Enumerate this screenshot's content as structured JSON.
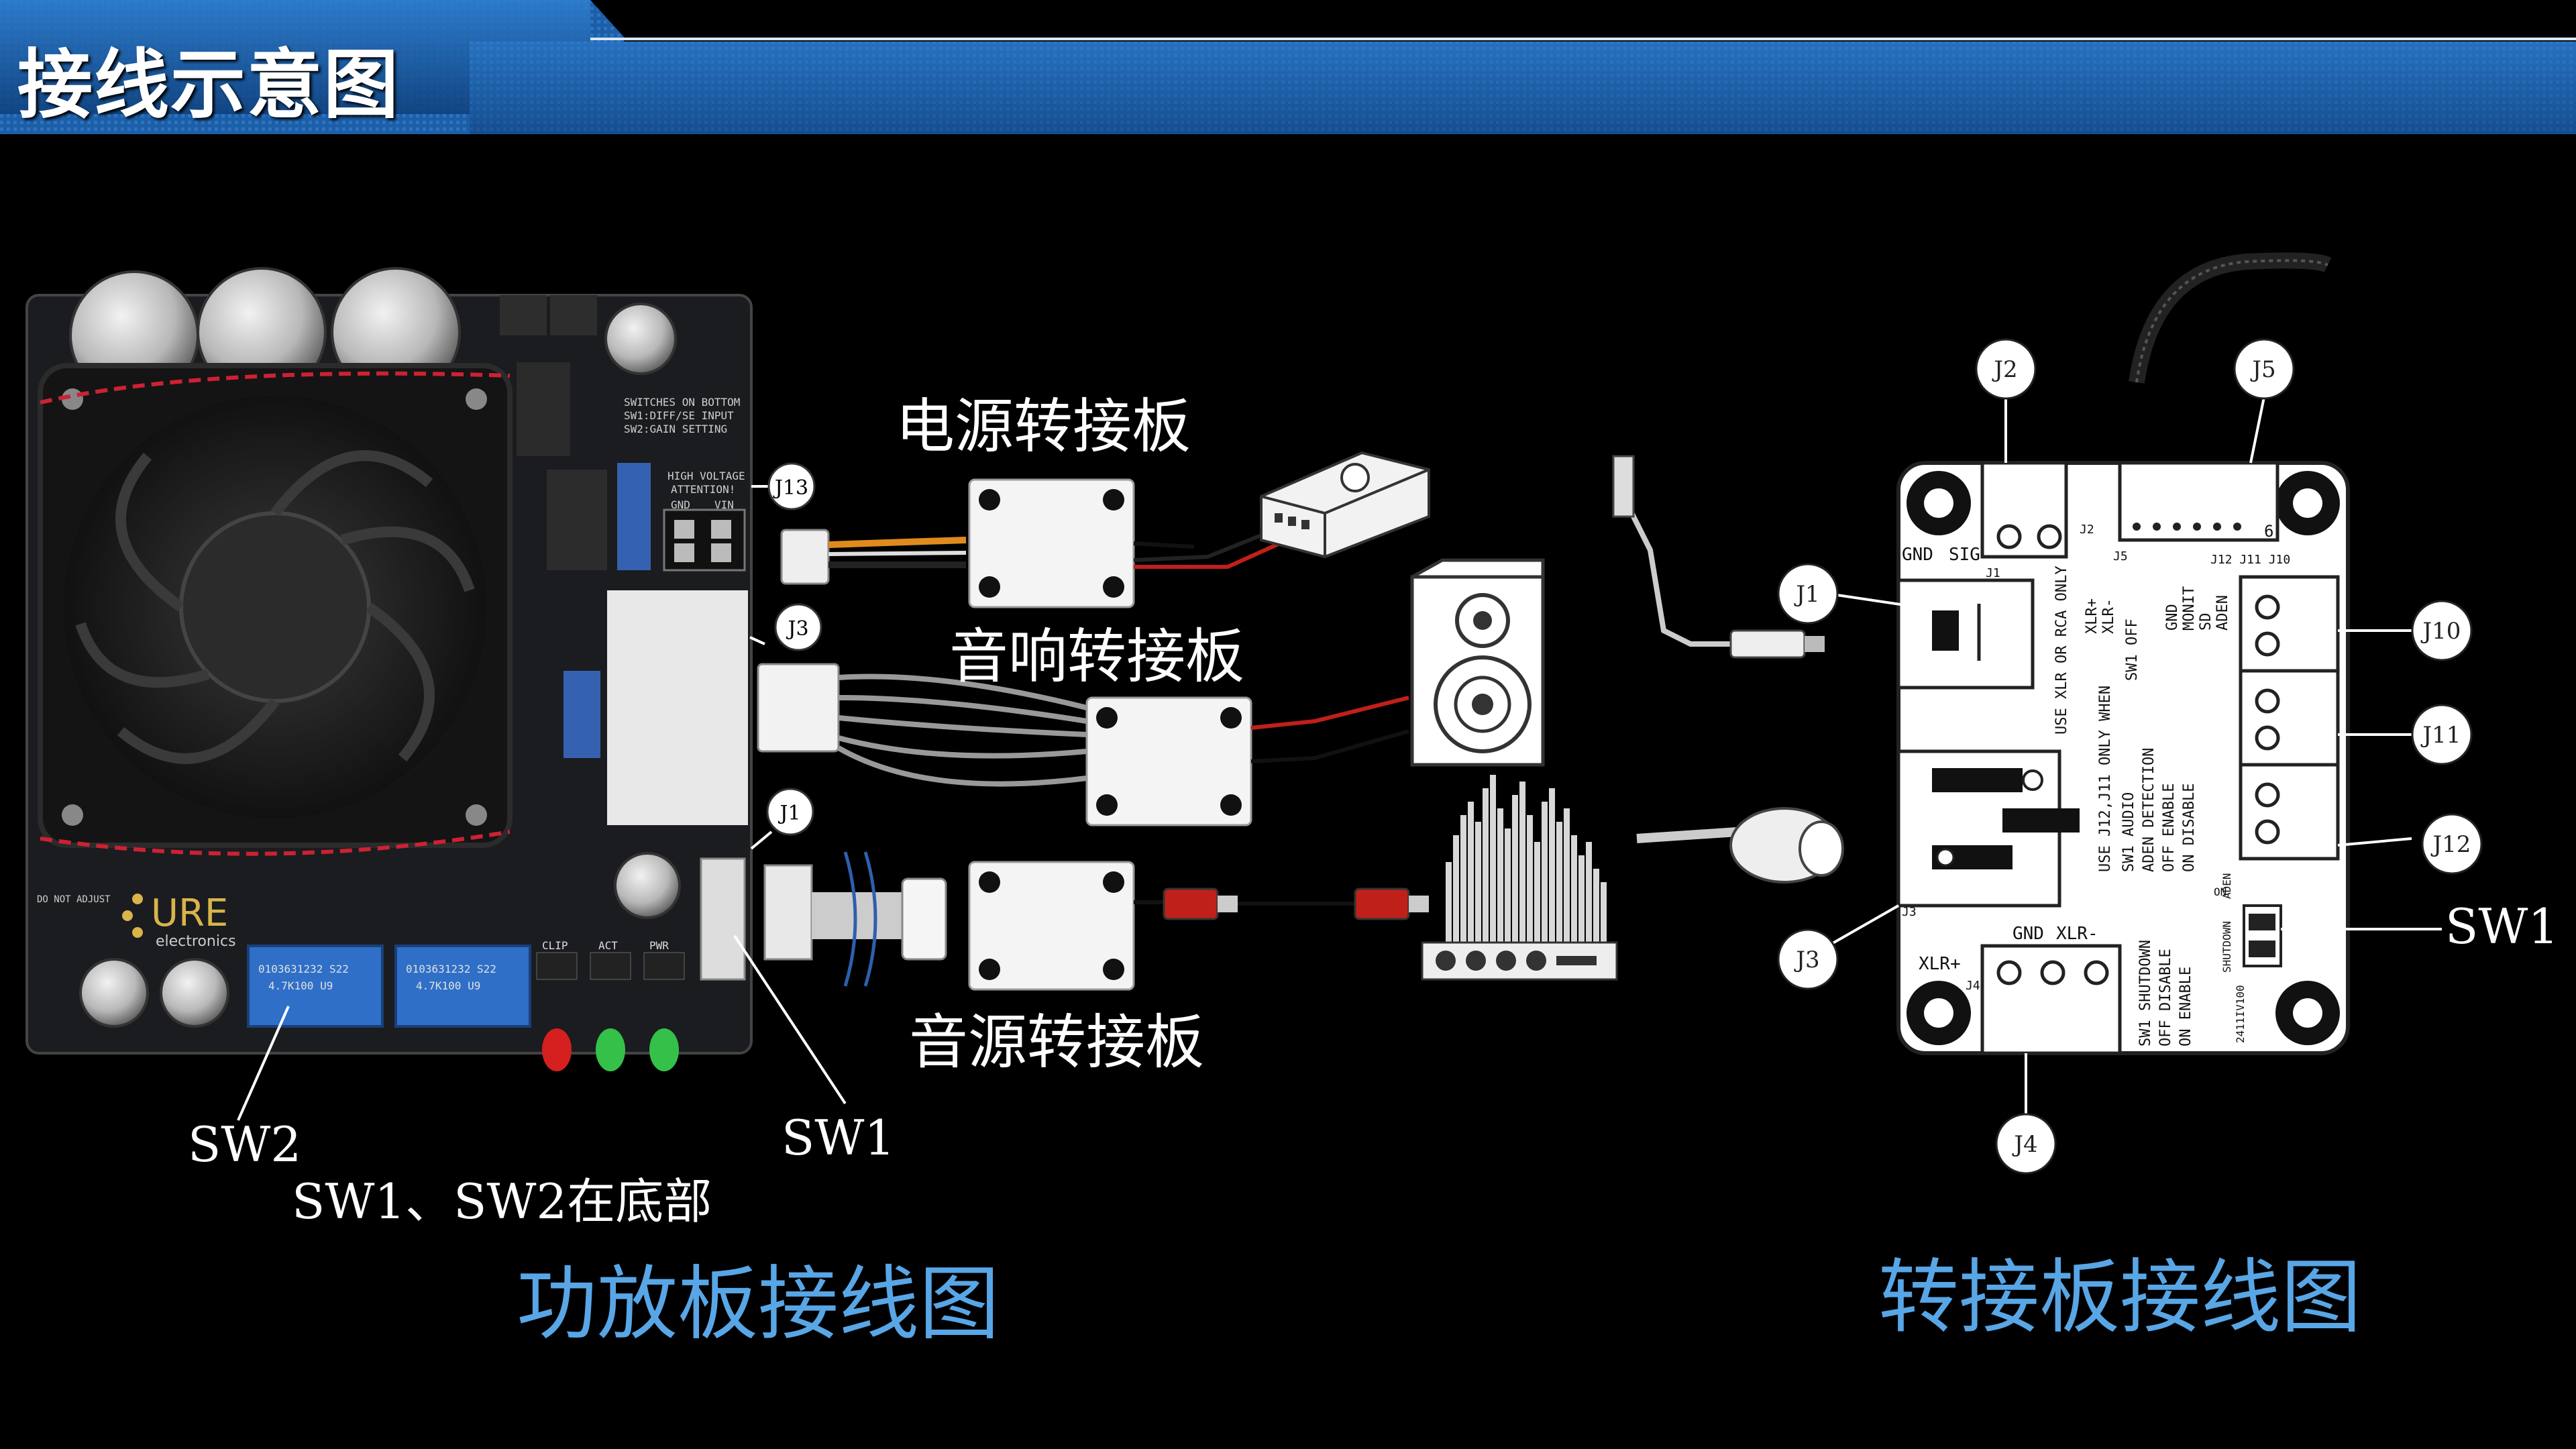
{
  "page_title": "接线示意图",
  "left_section": {
    "title": "功放板接线图",
    "adapter_labels": {
      "power": "电源转接板",
      "speaker": "音响转接板",
      "source": "音源转接板"
    },
    "connector_labels": {
      "j13": "J13",
      "j3": "J3",
      "j1": "J1"
    },
    "switch_labels": {
      "sw1": "SW1",
      "sw2": "SW2"
    },
    "note": "SW1、SW2在底部",
    "board_silkscreen": {
      "brand": "URE",
      "brand_sub": "electronics",
      "switch_note_1": "SWITCHES ON BOTTOM",
      "switch_note_2": "SW1:DIFF/SE INPUT",
      "switch_note_3": "SW2:GAIN SETTING",
      "hv_1": "HIGH VOLTAGE",
      "hv_2": "ATTENTION!",
      "gnd": "GND",
      "vin": "VIN",
      "led_clip": "CLIP",
      "led_act": "ACT",
      "led_pwr": "PWR",
      "do_not_adjust": "DO NOT ADJUST",
      "cap1": "0103631232 S22",
      "cap1b": "4.7K100 U9",
      "cap2": "0103631232 S22",
      "cap2b": "4.7K100 U9"
    }
  },
  "right_section": {
    "title": "转接板接线图",
    "callouts": {
      "j2": "J2",
      "j5": "J5",
      "j1": "J1",
      "j3": "J3",
      "j4": "J4",
      "j10": "J10",
      "j11": "J11",
      "j12": "J12",
      "sw1": "SW1"
    },
    "silkscreen": {
      "gnd": "GND",
      "sig": "SIG",
      "j2": "J2",
      "j5": "J5",
      "six": "6",
      "j1": "J1",
      "xlr_or_rca": "USE XLR OR RCA ONLY",
      "xlr_plus": "XLR+",
      "xlr_minus": "XLR-",
      "sw1_off": "SW1 OFF",
      "gnd2": "GND",
      "monit": "MONIT",
      "sd": "SD",
      "aden": "ADEN",
      "j12_j11_j10": "J12 J11 J10",
      "use_when": "USE J12,J11 ONLY WHEN",
      "sw1_audio": "SW1 AUDIO",
      "aden_detection": "ADEN DETECTION",
      "off_enable": "OFF ENABLE",
      "on_disable": "ON DISABLE",
      "j3": "J3",
      "j4": "J4",
      "xlr_plus_b": "XLR+",
      "gnd_b": "GND",
      "xlr_minus_b": "XLR-",
      "sw1_shutdown": "SW1 SHUTDOWN",
      "off_disable": "OFF DISABLE",
      "on_enable": "ON ENABLE",
      "aden_sw": "ADEN",
      "shutdown_sw": "SHUTDOWN",
      "on": "ON",
      "part_no": "2411IV100"
    }
  },
  "colors": {
    "banner_blue": "#1d5ea6",
    "title_blue": "#58a6e6",
    "background": "#000000"
  }
}
